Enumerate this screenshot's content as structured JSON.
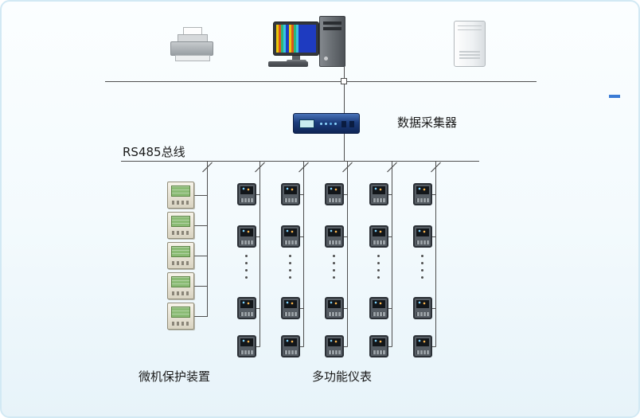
{
  "labels": {
    "data_collector": "数据采集器",
    "rs485_bus": "RS485总线",
    "protection_device": "微机保护装置",
    "multifunction_meter": "多功能仪表"
  },
  "devices": {
    "top_row": [
      "printer",
      "workstation",
      "ups"
    ],
    "data_collector_count": 1,
    "protection_device_count": 5,
    "meter_column_count": 5,
    "meters_visible_per_column": 4
  },
  "colors": {
    "connector_line": "#4f4f4f",
    "canvas_border": "#d2e9f4",
    "canvas_background": "#f3fafd",
    "collector_body": "#1c3d7c",
    "protection_screen": "#8abb74",
    "meter_body": "#2b3036",
    "edge_marker": "#3a7bd5",
    "label_text": "#1a1a1a"
  }
}
